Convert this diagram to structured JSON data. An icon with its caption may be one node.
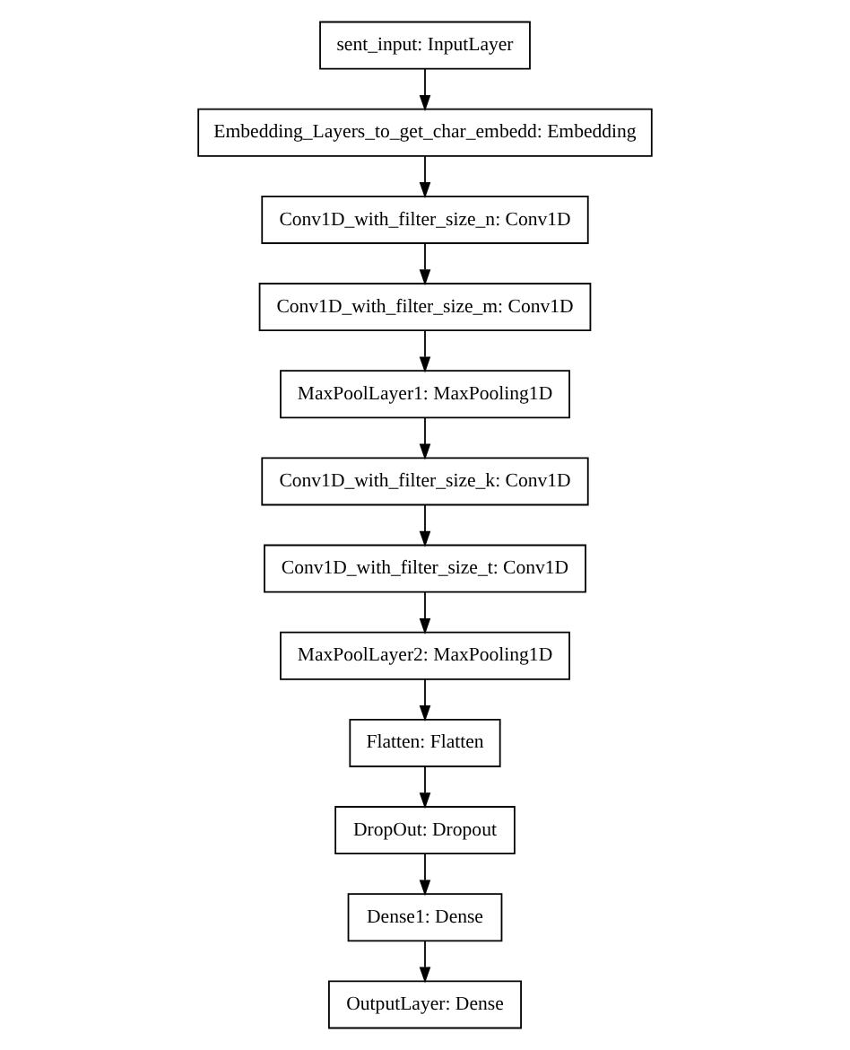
{
  "diagram": {
    "nodes": [
      {
        "text": [
          "sent_input: InputLayer"
        ]
      },
      {
        "text": [
          "Embedding_Layers_to_get_char_embedd: Embedding"
        ]
      },
      {
        "text": [
          "Conv1D_with_filter_size_n: Conv1D"
        ]
      },
      {
        "text": [
          "Conv1D_with_filter_size_m: Conv1D"
        ]
      },
      {
        "text": [
          "MaxPoolLayer1: MaxPooling1D"
        ]
      },
      {
        "text": [
          "Conv1D_with_filter_size_k: Conv1D"
        ]
      },
      {
        "text": [
          "Conv1D_with_filter_size_t: Conv1D"
        ]
      },
      {
        "text": [
          "MaxPoolLayer2: MaxPooling1D"
        ]
      },
      {
        "text": [
          "Flatten: Flatten"
        ]
      },
      {
        "text": [
          "DropOut: Dropout"
        ]
      },
      {
        "text": [
          "Dense1: Dense"
        ]
      },
      {
        "text": [
          "OutputLayer: Dense"
        ]
      }
    ],
    "edges": [
      {
        "from": 0,
        "to": 1,
        "arrow": "to"
      },
      {
        "from": 1,
        "to": 2,
        "arrow": "to"
      },
      {
        "from": 2,
        "to": 3,
        "arrow": "to"
      },
      {
        "from": 3,
        "to": 4,
        "arrow": "to"
      },
      {
        "from": 4,
        "to": 5,
        "arrow": "to"
      },
      {
        "from": 5,
        "to": 6,
        "arrow": "to"
      },
      {
        "from": 6,
        "to": 7,
        "arrow": "to"
      },
      {
        "from": 7,
        "to": 8,
        "arrow": "to"
      },
      {
        "from": 8,
        "to": 9,
        "arrow": "to"
      },
      {
        "from": 9,
        "to": 10,
        "arrow": "to"
      },
      {
        "from": 10,
        "to": 11,
        "arrow": "to"
      }
    ]
  }
}
